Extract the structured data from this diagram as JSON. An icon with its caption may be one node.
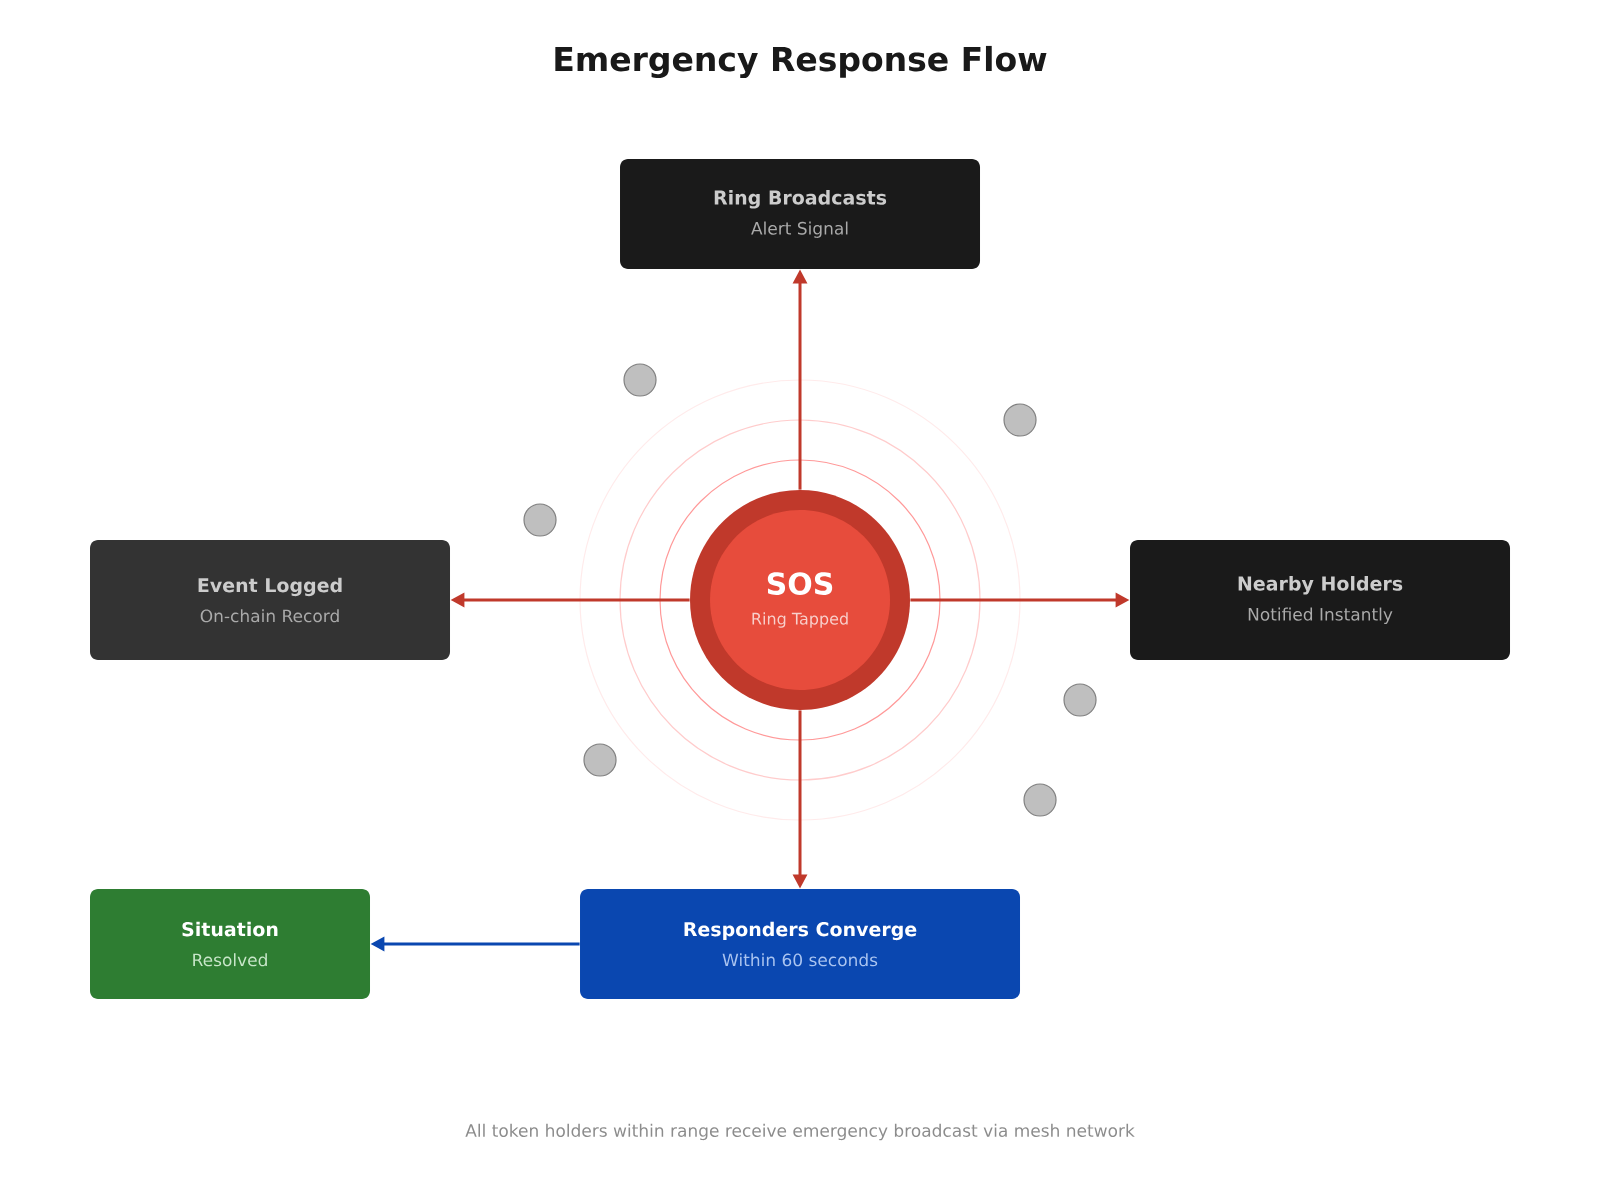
{
  "diagram": {
    "title": "Emergency Response Flow",
    "caption": "All token holders within range receive emergency broadcast via mesh network",
    "nodes": [
      {
        "text": [
          "Ring Broadcasts",
          "Alert Signal"
        ]
      },
      {
        "text": [
          "Event Logged",
          "On-chain Record"
        ]
      },
      {
        "text": [
          "SOS",
          "Ring Tapped"
        ]
      },
      {
        "text": [
          "Nearby Holders",
          "Notified Instantly"
        ]
      },
      {
        "text": [
          "Situation",
          "Resolved"
        ]
      },
      {
        "text": [
          "Responders Converge",
          "Within 60 seconds"
        ]
      }
    ],
    "edges": [
      {
        "from": 2,
        "to": 0,
        "arrow": "to"
      },
      {
        "from": 2,
        "to": 1,
        "arrow": "to"
      },
      {
        "from": 2,
        "to": 3,
        "arrow": "to"
      },
      {
        "from": 2,
        "to": 5,
        "arrow": "to"
      },
      {
        "from": 5,
        "to": 4,
        "arrow": "to",
        "color": "#0a47b0"
      }
    ]
  }
}
